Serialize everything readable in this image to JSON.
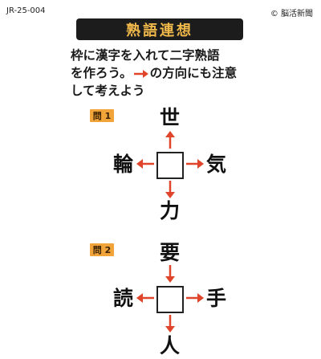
{
  "header": {
    "code": "JR-25-004",
    "credit": "© 脳活新聞",
    "title": "熟語連想"
  },
  "instructions": {
    "line1": "枠に漢字を入れて二字熟語",
    "line2a": "を作ろう。",
    "line2b": "の方向にも注意",
    "line3": "して考えよう"
  },
  "questions": [
    {
      "label": "問 1",
      "top": "世",
      "left": "輪",
      "right": "気",
      "bottom": "力"
    },
    {
      "label": "問 2",
      "top": "要",
      "left": "読",
      "right": "手",
      "bottom": "人"
    }
  ],
  "colors": {
    "arrow": "#e0452b",
    "title_bg": "#1c1c1c",
    "title_text": "#f0b74a",
    "label_bg": "#f0a43a"
  }
}
